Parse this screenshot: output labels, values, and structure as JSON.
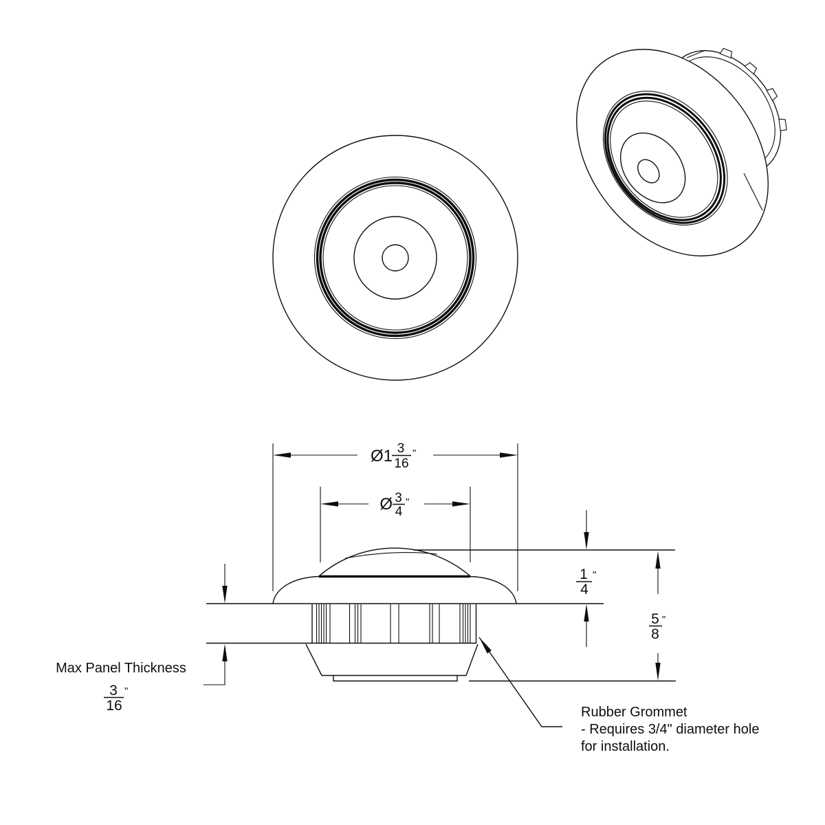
{
  "drawing": {
    "dim_overall_diameter": {
      "prefix": "Ø1",
      "numerator": "3",
      "denominator": "16",
      "unit": "\""
    },
    "dim_hole_diameter": {
      "prefix": "Ø",
      "numerator": "3",
      "denominator": "4",
      "unit": "\""
    },
    "dim_height_above_panel": {
      "numerator": "1",
      "denominator": "4",
      "unit": "\""
    },
    "dim_overall_height": {
      "numerator": "5",
      "denominator": "8",
      "unit": "\""
    },
    "dim_max_panel_thickness": {
      "label": "Max Panel Thickness",
      "numerator": "3",
      "denominator": "16",
      "unit": "\""
    },
    "callout_rubber_grommet": {
      "line1": "Rubber Grommet",
      "line2": "- Requires 3/4\" diameter hole",
      "line3": "for installation."
    },
    "colors": {
      "line": "#0e0e0e",
      "background": "#ffffff"
    }
  }
}
